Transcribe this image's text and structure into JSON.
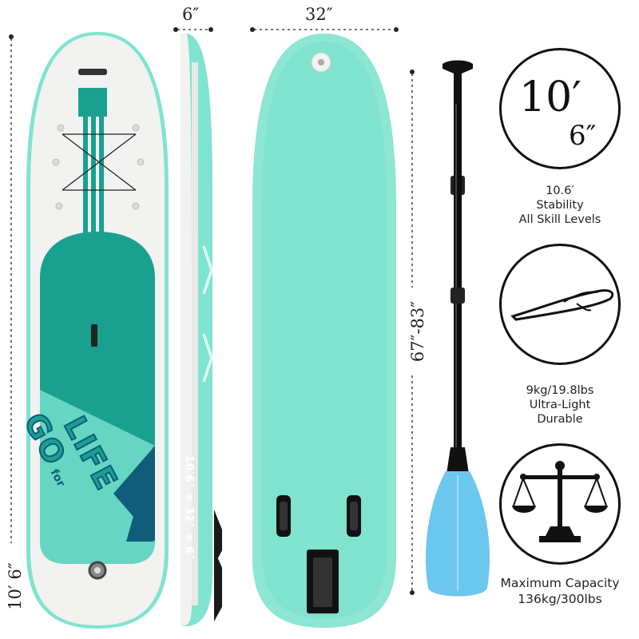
{
  "dimensions": {
    "length_left": "10′ 6″",
    "thickness": "6″",
    "width": "32″",
    "paddle_length": "67″-83″",
    "side_print": "10′6″ × 32″ × 6″"
  },
  "board_logo": {
    "line1": "GO",
    "line2": "for",
    "line3": "LIFE"
  },
  "feature_1": {
    "badge_big": "10′",
    "badge_small": "6″",
    "title": "10.6′",
    "line1": "Stability",
    "line2": "All Skill Levels"
  },
  "feature_2": {
    "title": "9kg/19.8lbs",
    "line1": "Ultra-Light",
    "line2": "Durable"
  },
  "feature_3": {
    "title": "Maximum Capacity",
    "line1": "136kg/300lbs"
  },
  "colors": {
    "teal_dark": "#1aa08f",
    "mint": "#7fe3cf",
    "navy": "#0f5d7a",
    "paddle_blue": "#6cc7ef",
    "white_deck": "#f2f2f0"
  }
}
